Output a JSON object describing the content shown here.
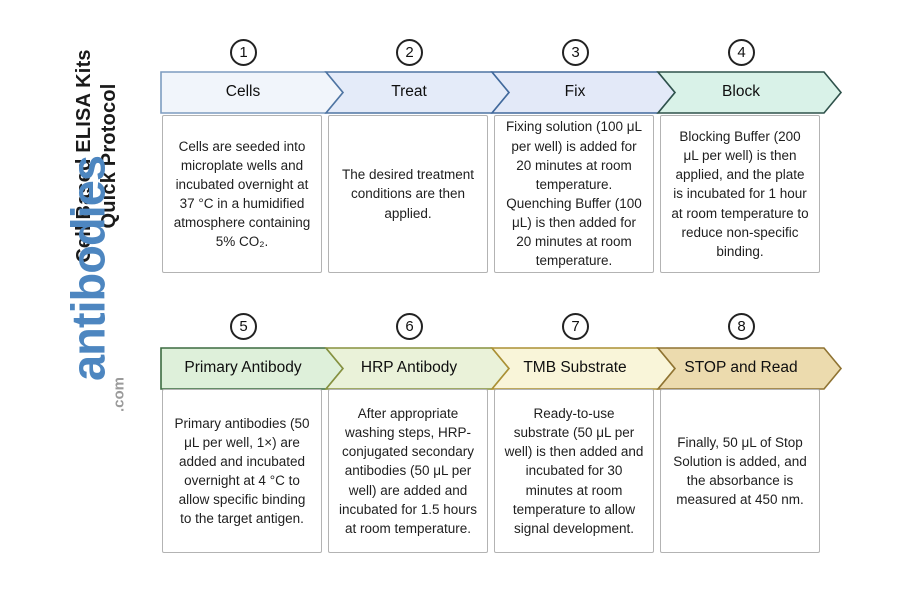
{
  "sidebar": {
    "title_line1": "Cell Based ELISA Kits",
    "title_line2": "Quick Protocol",
    "title_color": "#1a1a1a",
    "logo_word": "antibodies",
    "logo_suffix": ".com",
    "logo_color": "#4d86c0",
    "logo_suffix_color": "#9b9b9b"
  },
  "steps": [
    {
      "number": "1",
      "label": "Cells",
      "description": "Cells are seeded into microplate wells and incubated overnight at 37 °C in a humidified atmosphere containing 5% CO₂.",
      "fill": "#f1f5fb",
      "stroke": "#7d9cc0"
    },
    {
      "number": "2",
      "label": "Treat",
      "description": "The desired treatment conditions are then applied.",
      "fill": "#e4ebf9",
      "stroke": "#4f75a3"
    },
    {
      "number": "3",
      "label": "Fix",
      "description": "Fixing solution (100 μL per well) is added for 20 minutes at room temperature. Quenching Buffer (100 μL) is then added for 20 minutes at room temperature.",
      "fill": "#e3e9f8",
      "stroke": "#41699c"
    },
    {
      "number": "4",
      "label": "Block",
      "description": "Blocking Buffer (200 μL per well) is then applied, and the plate is incubated for 1 hour at room temperature to reduce non-specific binding.",
      "fill": "#d9f2e8",
      "stroke": "#2f524b"
    },
    {
      "number": "5",
      "label": "Primary Antibody",
      "description": "Primary antibodies (50 μL per well, 1×) are added and incubated overnight at 4 °C to allow specific binding to the target antigen.",
      "fill": "#def0da",
      "stroke": "#3c6b40"
    },
    {
      "number": "6",
      "label": "HRP Antibody",
      "description": "After appropriate washing steps, HRP-conjugated secondary antibodies (50 μL per well) are added and incubated for 1.5 hours at room temperature.",
      "fill": "#eaf2d9",
      "stroke": "#87913f"
    },
    {
      "number": "7",
      "label": "TMB Substrate",
      "description": "Ready-to-use substrate (50 μL per well) is then added and incubated for 30 minutes at room temperature to allow signal development.",
      "fill": "#f9f5d9",
      "stroke": "#ab9034"
    },
    {
      "number": "8",
      "label": "STOP and Read",
      "description": "Finally, 50 μL of Stop Solution is added, and the absorbance is measured at 450 nm.",
      "fill": "#ecdbae",
      "stroke": "#8f7332"
    }
  ]
}
